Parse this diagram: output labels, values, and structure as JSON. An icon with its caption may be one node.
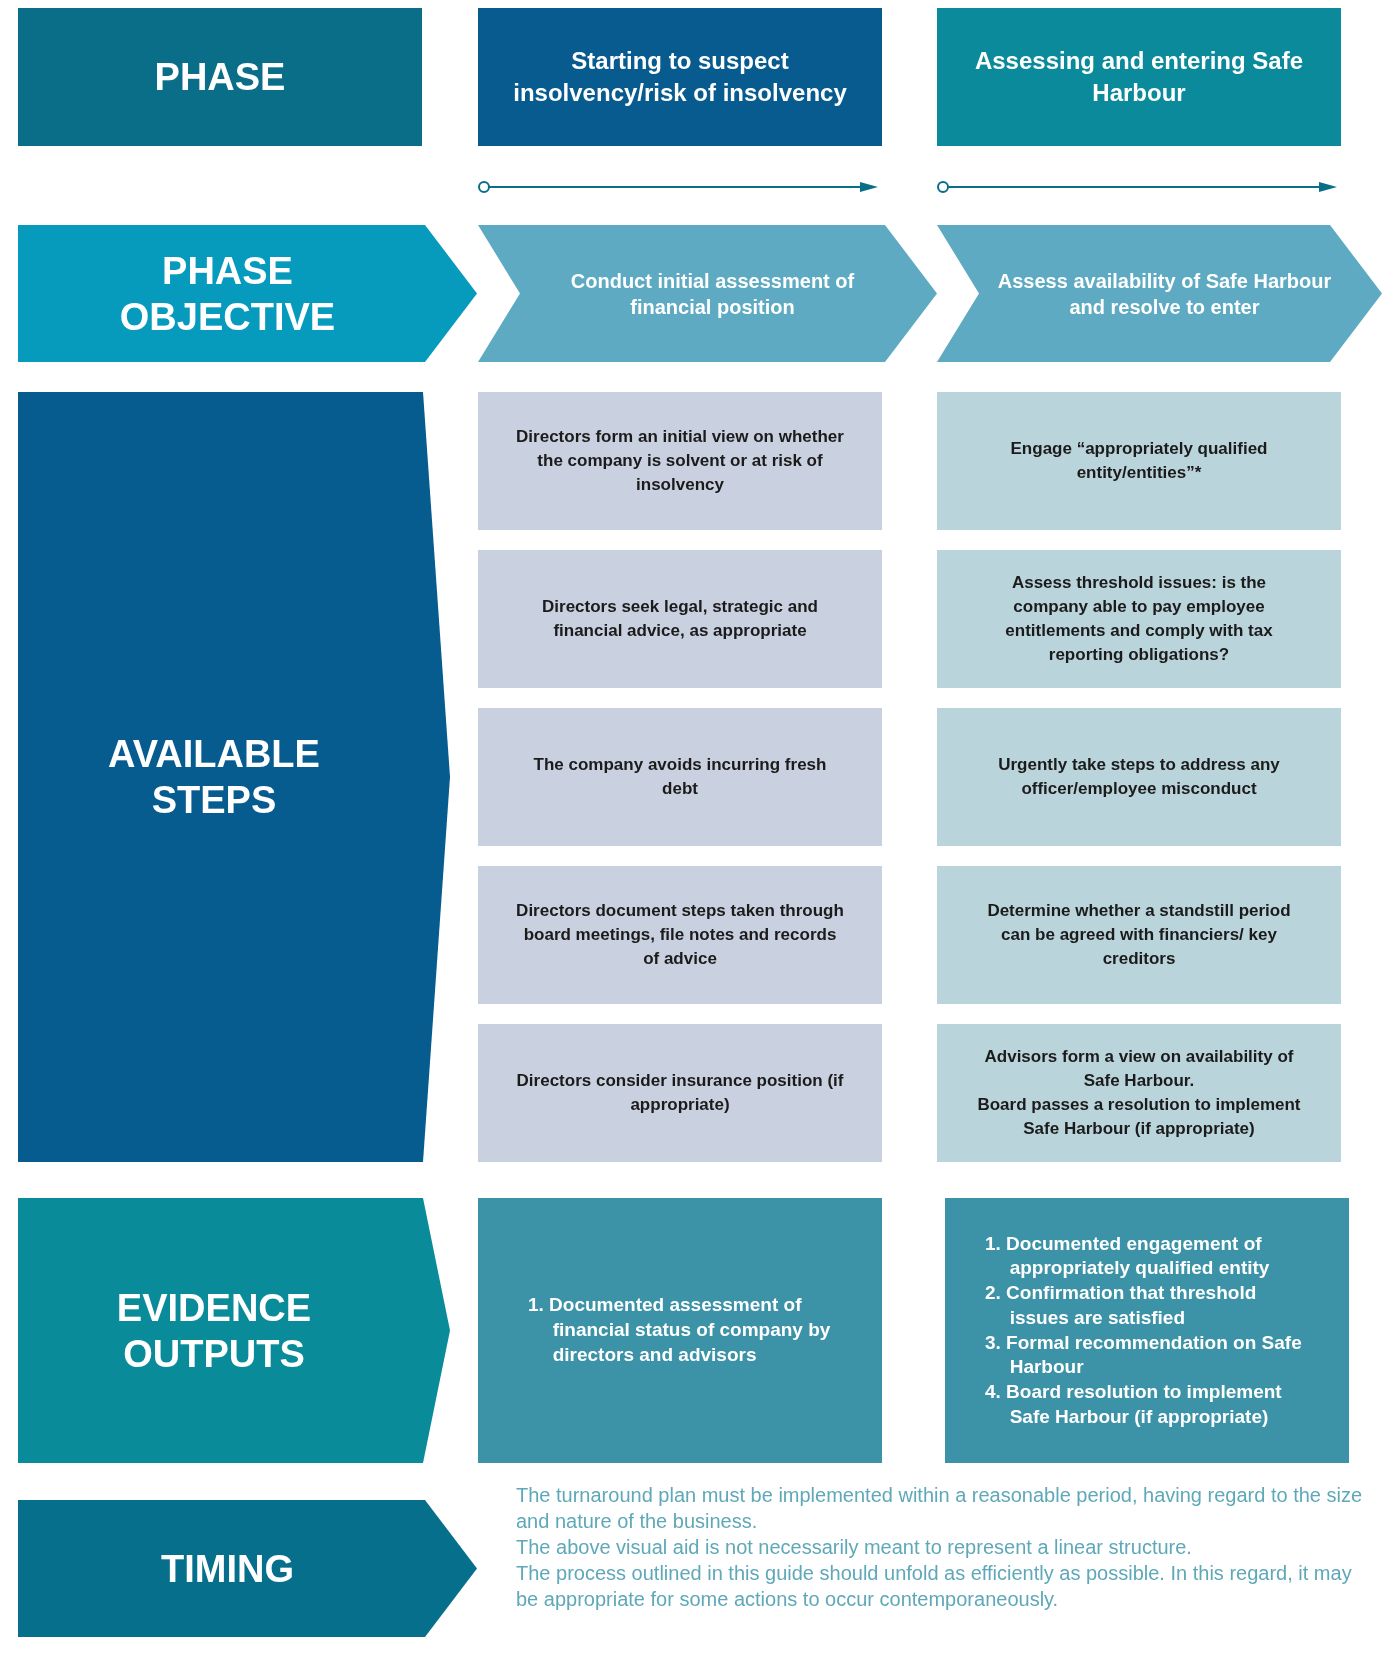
{
  "diagram": {
    "nodes": [
      {
        "text": [
          "PHASE"
        ]
      },
      {
        "text": [
          "Starting to suspect insolvency/risk of insolvency"
        ]
      },
      {
        "text": [
          "Assessing and entering Safe Harbour"
        ]
      },
      {
        "text": [
          "PHASE OBJECTIVE"
        ]
      },
      {
        "text": [
          "Conduct initial assessment of financial position"
        ]
      },
      {
        "text": [
          "Assess availability of Safe Harbour and resolve to enter"
        ]
      },
      {
        "text": [
          "AVAILABLE STEPS"
        ]
      },
      {
        "text": [
          "Directors form an initial view on whether the company is solvent or at risk of insolvency"
        ]
      },
      {
        "text": [
          "Engage “appropriately qualified entity/entities”*"
        ]
      },
      {
        "text": [
          "Directors seek legal, strategic and financial advice, as appropriate"
        ]
      },
      {
        "text": [
          "Assess threshold issues: is the company able to pay employee entitlements and comply with tax reporting obligations?"
        ]
      },
      {
        "text": [
          "The company avoids incurring fresh debt"
        ]
      },
      {
        "text": [
          "Urgently take steps to address any officer/employee misconduct"
        ]
      },
      {
        "text": [
          "Directors document steps taken through board meetings, file notes and records of advice"
        ]
      },
      {
        "text": [
          "Determine whether a standstill period can be agreed with financiers/ key creditors"
        ]
      },
      {
        "text": [
          "Directors consider insurance position (if appropriate)"
        ]
      },
      {
        "text": [
          "Advisors form a view on availability of Safe Harbour.",
          "Board passes a resolution to implement Safe Harbour (if appropriate)"
        ]
      },
      {
        "text": [
          "EVIDENCE OUTPUTS"
        ]
      },
      {
        "text": [
          "1. Documented assessment of financial status of company by directors and advisors"
        ]
      },
      {
        "text": [
          "1. Documented engagement of appropriately qualified entity",
          "2. Confirmation that threshold issues are satisfied",
          "3. Formal recommendation on Safe Harbour",
          "4. Board resolution to implement Safe Harbour (if appropriate)"
        ]
      },
      {
        "text": [
          "TIMING"
        ]
      }
    ],
    "edges": [],
    "labels": [
      "The turnaround plan must be implemented within a reasonable period, having regard to the size and nature of the business.",
      "The above visual aid is not necessarily meant to represent a linear structure.",
      "The process outlined in this guide should unfold as efficiently as possible. In this regard, it may be appropriate for some actions to occur contemporaneously."
    ]
  }
}
